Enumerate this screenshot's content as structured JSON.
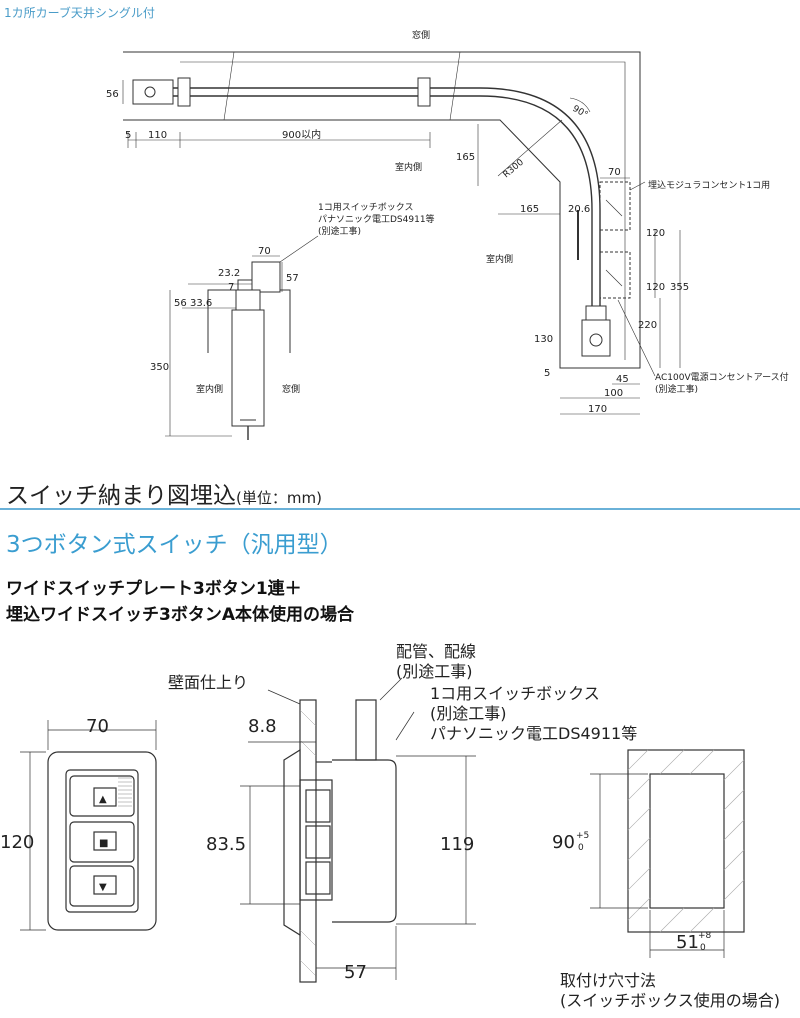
{
  "header_caption": "1カ所カーブ天井シングル付",
  "top_diagram": {
    "labels": {
      "window_side_top": "窓側",
      "indoor_side_1": "室内側",
      "indoor_side_2": "室内側",
      "indoor_side_3": "室内側",
      "window_side_2": "窓側",
      "switch_box_1": "1コ用スイッチボックス",
      "switch_box_2": "パナソニック電工DS4911等",
      "switch_box_3": "(別途工事)",
      "modular_outlet": "埋込モジュラコンセント1コ用",
      "ac_outlet_1": "AC100V電源コンセントアース付",
      "ac_outlet_2": "(別途工事)",
      "r300": "R300",
      "angle": "90°"
    },
    "dims": {
      "d56": "56",
      "d5a": "5",
      "d110": "110",
      "d900": "900以内",
      "d165a": "165",
      "d165b": "165",
      "d20_6": "20.6",
      "d70a": "70",
      "d120a": "120",
      "d120b": "120",
      "d355": "355",
      "d220": "220",
      "d130": "130",
      "d5b": "5",
      "d45": "45",
      "d100": "100",
      "d170": "170",
      "d70b": "70",
      "d23_2": "23.2",
      "d57": "57",
      "d7": "7",
      "d56b": "56",
      "d33_6": "33.6",
      "d350": "350"
    }
  },
  "section1_title": "スイッチ納まり図埋込",
  "section1_unit": "(単位：mm)",
  "section2_title": "3つボタン式スイッチ（汎用型）",
  "subtitle_line1": "ワイドスイッチプレート3ボタン1連＋",
  "subtitle_line2": "埋込ワイドスイッチ3ボタンA本体使用の場合",
  "bottom_diagram": {
    "front": {
      "width": "70",
      "height": "120",
      "buttons": [
        "▲",
        "■",
        "▼"
      ]
    },
    "side": {
      "wall_finish": "壁面仕上り",
      "piping_1": "配管、配線",
      "piping_2": "(別途工事)",
      "box_1": "1コ用スイッチボックス",
      "box_2": "(別途工事)",
      "box_3": "パナソニック電工DS4911等",
      "d8_8": "8.8",
      "d83_5": "83.5",
      "d119": "119",
      "d57": "57"
    },
    "cutout": {
      "height": "90",
      "height_tol_plus": "+5",
      "height_tol_minus": "0",
      "width": "51",
      "width_tol_plus": "+8",
      "width_tol_minus": "0",
      "caption_1": "取付け穴寸法",
      "caption_2": "(スイッチボックス使用の場合)"
    }
  }
}
